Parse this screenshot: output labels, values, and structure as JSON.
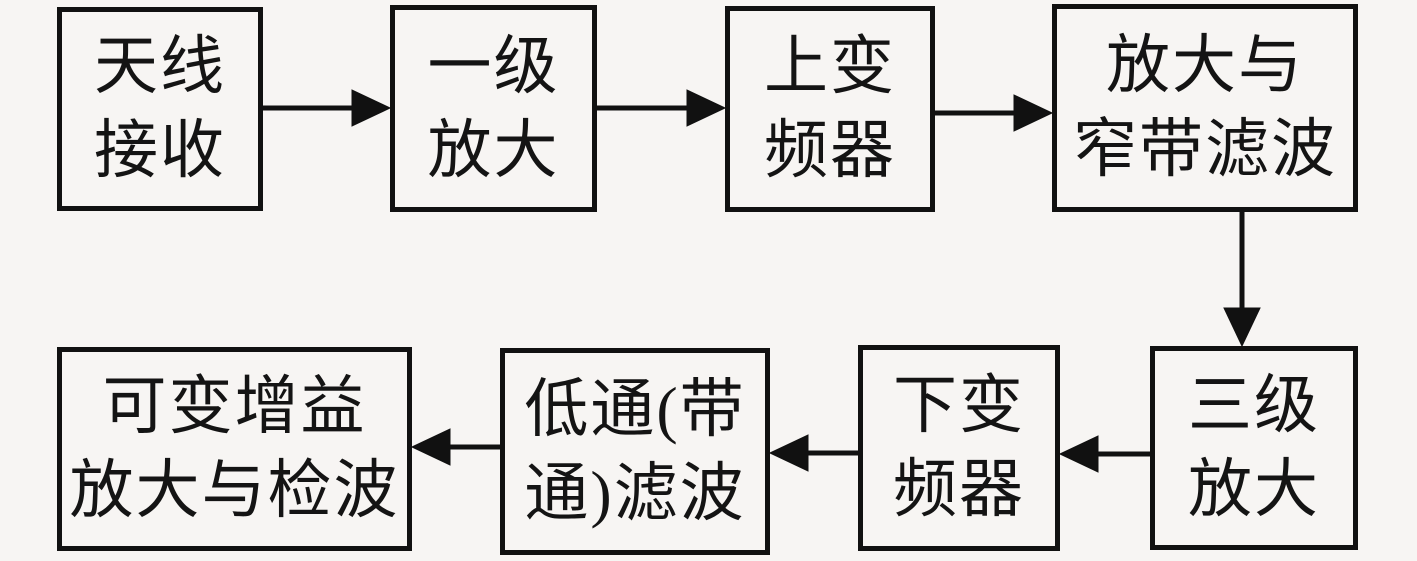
{
  "diagram": {
    "type": "block-diagram",
    "colors": {
      "background": "#f7f5f3",
      "box_border": "#111111",
      "text": "#141414",
      "arrow": "#111111"
    },
    "nodes": [
      {
        "id": "antenna_receive",
        "label": "天线接收",
        "lines": [
          "天线",
          "接收"
        ]
      },
      {
        "id": "first_stage_amp",
        "label": "一级放大",
        "lines": [
          "一级",
          "放大"
        ]
      },
      {
        "id": "up_converter",
        "label": "上变频器",
        "lines": [
          "上变",
          "频器"
        ]
      },
      {
        "id": "amp_narrowband_filter",
        "label": "放大与窄带滤波",
        "lines": [
          "放大与",
          "窄带滤波"
        ]
      },
      {
        "id": "third_stage_amp",
        "label": "三级放大",
        "lines": [
          "三级",
          "放大"
        ]
      },
      {
        "id": "down_converter",
        "label": "下变频器",
        "lines": [
          "下变",
          "频器"
        ]
      },
      {
        "id": "lowpass_bandpass_filter",
        "label": "低通(带通)滤波",
        "lines": [
          "低通(带",
          "通)滤波"
        ]
      },
      {
        "id": "vga_amp_detector",
        "label": "可变增益放大与检波",
        "lines": [
          "可变增益",
          "放大与检波"
        ]
      }
    ],
    "edges": [
      {
        "from": "antenna_receive",
        "to": "first_stage_amp",
        "direction": "right"
      },
      {
        "from": "first_stage_amp",
        "to": "up_converter",
        "direction": "right"
      },
      {
        "from": "up_converter",
        "to": "amp_narrowband_filter",
        "direction": "right"
      },
      {
        "from": "amp_narrowband_filter",
        "to": "third_stage_amp",
        "direction": "down"
      },
      {
        "from": "third_stage_amp",
        "to": "down_converter",
        "direction": "left"
      },
      {
        "from": "down_converter",
        "to": "lowpass_bandpass_filter",
        "direction": "left"
      },
      {
        "from": "lowpass_bandpass_filter",
        "to": "vga_amp_detector",
        "direction": "left"
      }
    ]
  }
}
